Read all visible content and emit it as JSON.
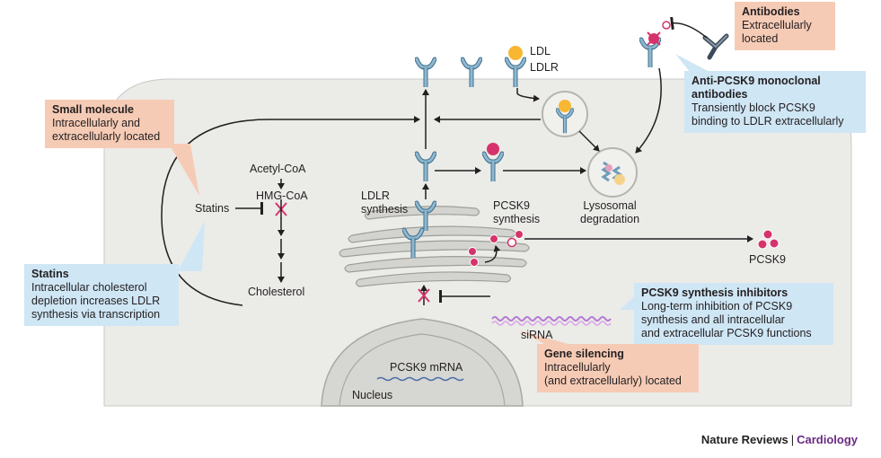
{
  "labels": {
    "ldl": "LDL",
    "ldlr": "LDLR",
    "acetyl_coa": "Acetyl-CoA",
    "hmg_coa": "HMG-CoA",
    "statins": "Statins",
    "cholesterol": "Cholesterol",
    "ldlr_synthesis": "LDLR\nsynthesis",
    "pcsk9_synthesis": "PCSK9\nsynthesis",
    "lysosomal_degradation": "Lysosomal\ndegradation",
    "pcsk9": "PCSK9",
    "sirna": "siRNA",
    "pcsk9_mrna": "PCSK9 mRNA",
    "nucleus": "Nucleus"
  },
  "callouts": {
    "small_molecule": {
      "title": "Small molecule",
      "text": [
        "Intracellularly and",
        "extracellularly located"
      ]
    },
    "statins": {
      "title": "Statins",
      "text": [
        "Intracellular cholesterol",
        "depletion increases LDLR",
        "synthesis via transcription"
      ]
    },
    "antibodies": {
      "title": "Antibodies",
      "text": [
        "Extracellularly",
        "located"
      ]
    },
    "anti_pcsk9": {
      "title": "Anti-PCSK9 monoclonal",
      "title2": "antibodies",
      "text": [
        "Transiently block PCSK9",
        "binding to LDLR extracellularly"
      ]
    },
    "synthesis_inhibitors": {
      "title": "PCSK9 synthesis inhibitors",
      "text": [
        "Long-term inhibition of PCSK9",
        "synthesis and all intracellular",
        "and extracellular PCSK9 functions"
      ]
    },
    "gene_silencing": {
      "title": "Gene silencing",
      "text": [
        "Intracellularly",
        "(and extracellularly) located"
      ]
    }
  },
  "footer": {
    "journal": "Nature Reviews",
    "separator": "|",
    "subject": "Cardiology"
  },
  "colors": {
    "cell": "#ebebe8",
    "cell_border": "#c8c8c4",
    "receptor": "#8fb8d0",
    "receptor_dark": "#3f6f8c",
    "ldl": "#f7b733",
    "pcsk9": "#d6336c",
    "pink_box": "#f6cbb6",
    "blue_box": "#cfe6f5",
    "arrow": "#231f20",
    "rna": "#b67bd1"
  }
}
